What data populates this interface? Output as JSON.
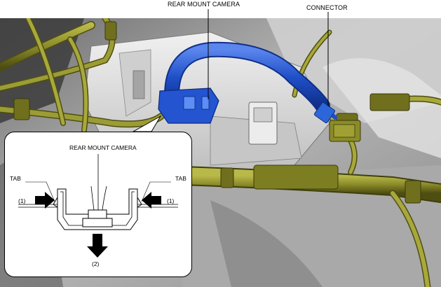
{
  "callouts": {
    "rear_mount_camera": "REAR MOUNT CAMERA",
    "connector": "CONNECTOR"
  },
  "inset": {
    "title": "REAR MOUNT CAMERA",
    "tab_left": "TAB",
    "tab_right": "TAB",
    "step_left": "(1)",
    "step_right": "(1)",
    "step_down": "(2)"
  },
  "colors": {
    "harness": "#8b8b2a",
    "harness_dark": "#5a5a16",
    "camera_cable": "#1f4fc8",
    "camera_cable_dark": "#0f2f88",
    "connector_blue": "#2c66d8",
    "panel_light": "#d9d9d9",
    "panel_dark": "#8a8a8a"
  }
}
